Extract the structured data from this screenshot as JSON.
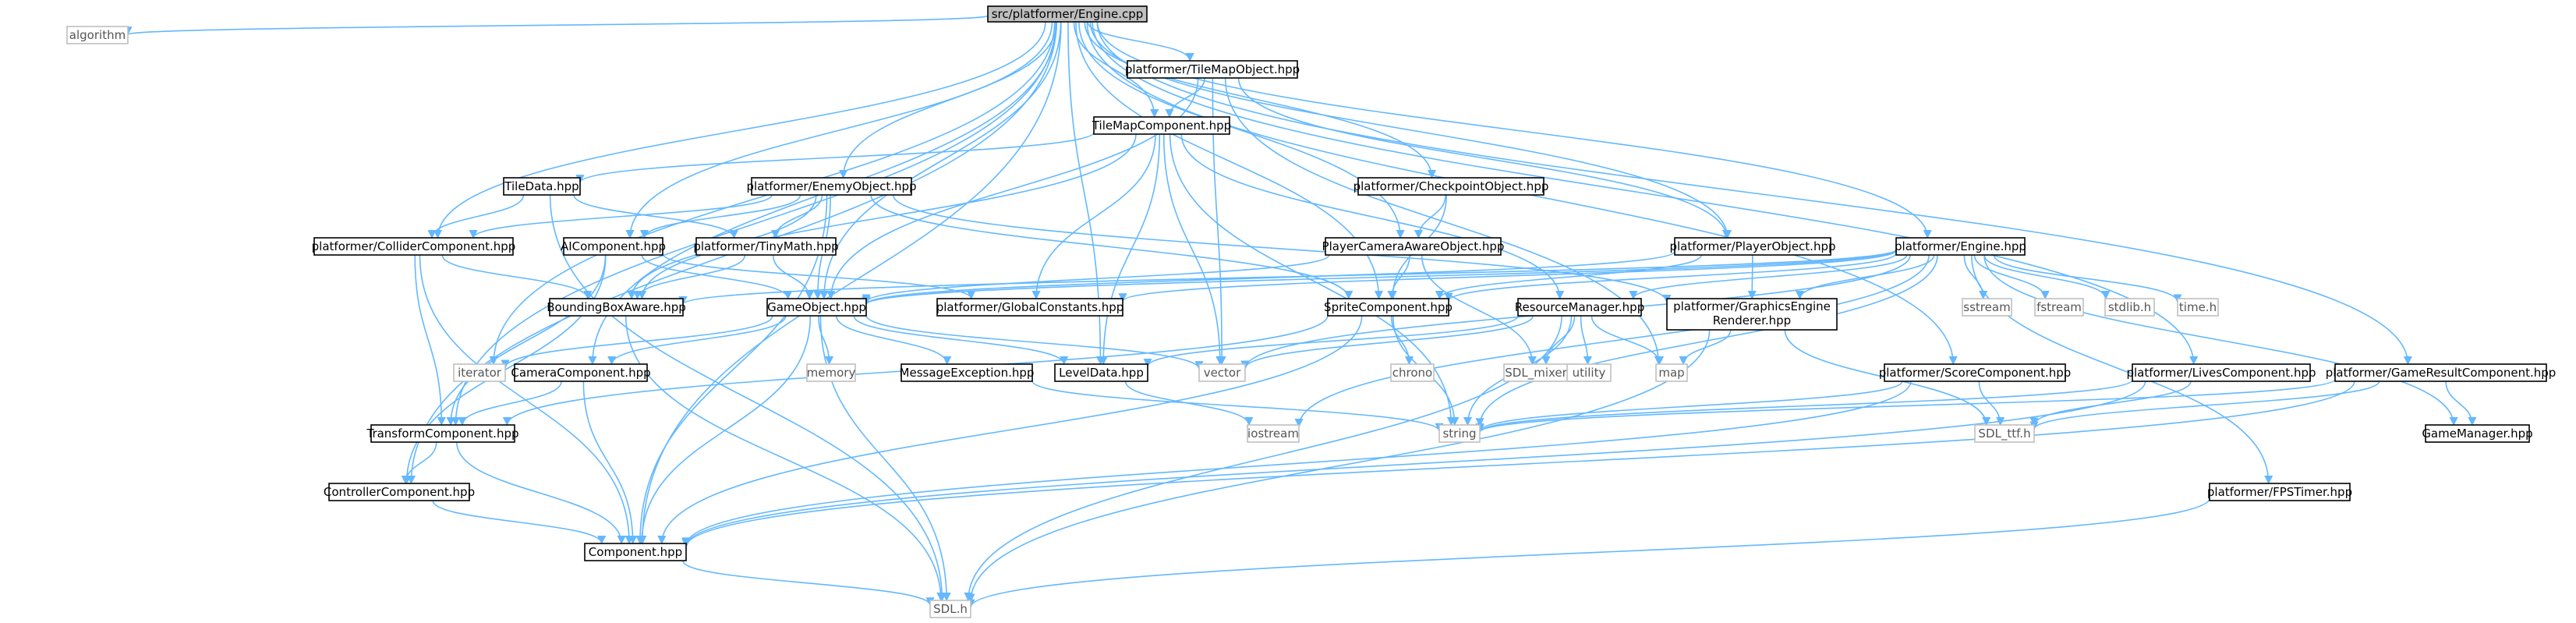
{
  "graph": {
    "title": "src/platformer/Engine.cpp",
    "edge_color": "#63b8ff",
    "root_fill": "#bfbfbf",
    "external_border": "#bfbfbf",
    "nodes": [
      {
        "id": "engine_cpp",
        "label": "src/platformer/Engine.cpp",
        "kind": "root"
      },
      {
        "id": "algorithm",
        "label": "algorithm",
        "kind": "external"
      },
      {
        "id": "tilemapobject",
        "label": "platformer/TileMapObject.hpp",
        "kind": "header"
      },
      {
        "id": "tilemapcomponent",
        "label": "TileMapComponent.hpp",
        "kind": "header"
      },
      {
        "id": "tiledata",
        "label": "TileData.hpp",
        "kind": "header"
      },
      {
        "id": "enemyobject",
        "label": "platformer/EnemyObject.hpp",
        "kind": "header"
      },
      {
        "id": "checkpointobject",
        "label": "platformer/CheckpointObject.hpp",
        "kind": "header"
      },
      {
        "id": "collidercomponent",
        "label": "platformer/ColliderComponent.hpp",
        "kind": "header"
      },
      {
        "id": "aicomponent",
        "label": "AIComponent.hpp",
        "kind": "header"
      },
      {
        "id": "tinymath",
        "label": "platformer/TinyMath.hpp",
        "kind": "header"
      },
      {
        "id": "playercameraaware",
        "label": "PlayerCameraAwareObject.hpp",
        "kind": "header"
      },
      {
        "id": "playerobject",
        "label": "platformer/PlayerObject.hpp",
        "kind": "header"
      },
      {
        "id": "engine_hpp",
        "label": "platformer/Engine.hpp",
        "kind": "header"
      },
      {
        "id": "boundingboxaware",
        "label": "BoundingBoxAware.hpp",
        "kind": "header"
      },
      {
        "id": "gameobject",
        "label": "GameObject.hpp",
        "kind": "header"
      },
      {
        "id": "globalconstants",
        "label": "platformer/GlobalConstants.hpp",
        "kind": "header"
      },
      {
        "id": "spritecomponent",
        "label": "SpriteComponent.hpp",
        "kind": "header"
      },
      {
        "id": "resourcemanager",
        "label": "ResourceManager.hpp",
        "kind": "header"
      },
      {
        "id": "graphicsrenderer",
        "label": "platformer/GraphicsEngine Renderer.hpp",
        "line1": "platformer/GraphicsEngine",
        "line2": "Renderer.hpp",
        "kind": "header"
      },
      {
        "id": "sstream",
        "label": "sstream",
        "kind": "external"
      },
      {
        "id": "fstream",
        "label": "fstream",
        "kind": "external"
      },
      {
        "id": "stdlib",
        "label": "stdlib.h",
        "kind": "external"
      },
      {
        "id": "time_h",
        "label": "time.h",
        "kind": "external"
      },
      {
        "id": "iterator",
        "label": "iterator",
        "kind": "external"
      },
      {
        "id": "cameracomponent",
        "label": "CameraComponent.hpp",
        "kind": "header"
      },
      {
        "id": "memory",
        "label": "memory",
        "kind": "external"
      },
      {
        "id": "messageexception",
        "label": "MessageException.hpp",
        "kind": "header"
      },
      {
        "id": "leveldata",
        "label": "LevelData.hpp",
        "kind": "header"
      },
      {
        "id": "vector",
        "label": "vector",
        "kind": "external"
      },
      {
        "id": "chrono",
        "label": "chrono",
        "kind": "external"
      },
      {
        "id": "sdl_mixer",
        "label": "SDL_mixer.h",
        "kind": "external"
      },
      {
        "id": "utility",
        "label": "utility",
        "kind": "external"
      },
      {
        "id": "map",
        "label": "map",
        "kind": "external"
      },
      {
        "id": "scorecomponent",
        "label": "platformer/ScoreComponent.hpp",
        "kind": "header"
      },
      {
        "id": "livescomponent",
        "label": "platformer/LivesComponent.hpp",
        "kind": "header"
      },
      {
        "id": "gameresultcomponent",
        "label": "platformer/GameResultComponent.hpp",
        "kind": "header"
      },
      {
        "id": "transformcomponent",
        "label": "TransformComponent.hpp",
        "kind": "header"
      },
      {
        "id": "iostream",
        "label": "iostream",
        "kind": "external"
      },
      {
        "id": "string",
        "label": "string",
        "kind": "external"
      },
      {
        "id": "sdl_ttf",
        "label": "SDL_ttf.h",
        "kind": "external"
      },
      {
        "id": "gamemanager",
        "label": "GameManager.hpp",
        "kind": "header"
      },
      {
        "id": "controllercomponent",
        "label": "ControllerComponent.hpp",
        "kind": "header"
      },
      {
        "id": "fpstimer",
        "label": "platformer/FPSTimer.hpp",
        "kind": "header"
      },
      {
        "id": "component",
        "label": "Component.hpp",
        "kind": "header"
      },
      {
        "id": "sdl_h",
        "label": "SDL.h",
        "kind": "external"
      }
    ],
    "edges": [
      [
        "engine_cpp",
        "algorithm"
      ],
      [
        "engine_cpp",
        "tilemapobject"
      ],
      [
        "engine_cpp",
        "tilemapcomponent"
      ],
      [
        "engine_cpp",
        "enemyobject"
      ],
      [
        "engine_cpp",
        "checkpointobject"
      ],
      [
        "engine_cpp",
        "collidercomponent"
      ],
      [
        "engine_cpp",
        "aicomponent"
      ],
      [
        "engine_cpp",
        "playercameraaware"
      ],
      [
        "engine_cpp",
        "playerobject"
      ],
      [
        "engine_cpp",
        "engine_hpp"
      ],
      [
        "engine_cpp",
        "gameobject"
      ],
      [
        "engine_cpp",
        "cameracomponent"
      ],
      [
        "engine_cpp",
        "iterator"
      ],
      [
        "engine_cpp",
        "transformcomponent"
      ],
      [
        "engine_cpp",
        "controllercomponent"
      ],
      [
        "engine_cpp",
        "component"
      ],
      [
        "engine_cpp",
        "scorecomponent"
      ],
      [
        "engine_cpp",
        "livescomponent"
      ],
      [
        "engine_cpp",
        "gameresultcomponent"
      ],
      [
        "engine_cpp",
        "leveldata"
      ],
      [
        "engine_cpp",
        "spritecomponent"
      ],
      [
        "tilemapobject",
        "tilemapcomponent"
      ],
      [
        "tilemapobject",
        "gameobject"
      ],
      [
        "tilemapobject",
        "vector"
      ],
      [
        "tilemapobject",
        "map"
      ],
      [
        "tilemapobject",
        "playerobject"
      ],
      [
        "tilemapcomponent",
        "tiledata"
      ],
      [
        "tilemapcomponent",
        "boundingboxaware"
      ],
      [
        "tilemapcomponent",
        "globalconstants"
      ],
      [
        "tilemapcomponent",
        "resourcemanager"
      ],
      [
        "tilemapcomponent",
        "leveldata"
      ],
      [
        "tilemapcomponent",
        "vector"
      ],
      [
        "tilemapcomponent",
        "string"
      ],
      [
        "tiledata",
        "collidercomponent"
      ],
      [
        "tiledata",
        "tinymath"
      ],
      [
        "tiledata",
        "sdl_h"
      ],
      [
        "enemyobject",
        "collidercomponent"
      ],
      [
        "enemyobject",
        "aicomponent"
      ],
      [
        "enemyobject",
        "tinymath"
      ],
      [
        "enemyobject",
        "gameobject"
      ],
      [
        "enemyobject",
        "spritecomponent"
      ],
      [
        "enemyobject",
        "boundingboxaware"
      ],
      [
        "enemyobject",
        "graphicsrenderer"
      ],
      [
        "enemyobject",
        "component"
      ],
      [
        "checkpointobject",
        "playercameraaware"
      ],
      [
        "checkpointobject",
        "spritecomponent"
      ],
      [
        "collidercomponent",
        "boundingboxaware"
      ],
      [
        "collidercomponent",
        "transformcomponent"
      ],
      [
        "collidercomponent",
        "component"
      ],
      [
        "aicomponent",
        "gameobject"
      ],
      [
        "aicomponent",
        "transformcomponent"
      ],
      [
        "aicomponent",
        "controllercomponent"
      ],
      [
        "aicomponent",
        "globalconstants"
      ],
      [
        "tinymath",
        "gameobject"
      ],
      [
        "tinymath",
        "boundingboxaware"
      ],
      [
        "playercameraaware",
        "gameobject"
      ],
      [
        "playercameraaware",
        "spritecomponent"
      ],
      [
        "playercameraaware",
        "sdl_mixer"
      ],
      [
        "playerobject",
        "gameobject"
      ],
      [
        "playerobject",
        "spritecomponent"
      ],
      [
        "playerobject",
        "graphicsrenderer"
      ],
      [
        "engine_hpp",
        "gameobject"
      ],
      [
        "engine_hpp",
        "globalconstants"
      ],
      [
        "engine_hpp",
        "spritecomponent"
      ],
      [
        "engine_hpp",
        "resourcemanager"
      ],
      [
        "engine_hpp",
        "graphicsrenderer"
      ],
      [
        "engine_hpp",
        "sstream"
      ],
      [
        "engine_hpp",
        "fstream"
      ],
      [
        "engine_hpp",
        "stdlib"
      ],
      [
        "engine_hpp",
        "time_h"
      ],
      [
        "engine_hpp",
        "vector"
      ],
      [
        "engine_hpp",
        "string"
      ],
      [
        "engine_hpp",
        "iostream"
      ],
      [
        "engine_hpp",
        "gamemanager"
      ],
      [
        "engine_hpp",
        "fpstimer"
      ],
      [
        "engine_hpp",
        "boundingboxaware"
      ],
      [
        "boundingboxaware",
        "sdl_h"
      ],
      [
        "gameobject",
        "iterator"
      ],
      [
        "gameobject",
        "cameracomponent"
      ],
      [
        "gameobject",
        "memory"
      ],
      [
        "gameobject",
        "messageexception"
      ],
      [
        "gameobject",
        "leveldata"
      ],
      [
        "gameobject",
        "vector"
      ],
      [
        "gameobject",
        "sdl_h"
      ],
      [
        "gameobject",
        "component"
      ],
      [
        "spritecomponent",
        "transformcomponent"
      ],
      [
        "spritecomponent",
        "chrono"
      ],
      [
        "spritecomponent",
        "string"
      ],
      [
        "spritecomponent",
        "component"
      ],
      [
        "resourcemanager",
        "vector"
      ],
      [
        "resourcemanager",
        "sdl_mixer"
      ],
      [
        "resourcemanager",
        "utility"
      ],
      [
        "resourcemanager",
        "map"
      ],
      [
        "resourcemanager",
        "string"
      ],
      [
        "resourcemanager",
        "leveldata"
      ],
      [
        "resourcemanager",
        "sdl_h"
      ],
      [
        "graphicsrenderer",
        "map"
      ],
      [
        "graphicsrenderer",
        "sdl_ttf"
      ],
      [
        "graphicsrenderer",
        "sdl_h"
      ],
      [
        "cameracomponent",
        "transformcomponent"
      ],
      [
        "cameracomponent",
        "component"
      ],
      [
        "messageexception",
        "string"
      ],
      [
        "leveldata",
        "iostream"
      ],
      [
        "scorecomponent",
        "string"
      ],
      [
        "scorecomponent",
        "sdl_ttf"
      ],
      [
        "scorecomponent",
        "component"
      ],
      [
        "livescomponent",
        "string"
      ],
      [
        "livescomponent",
        "sdl_ttf"
      ],
      [
        "livescomponent",
        "component"
      ],
      [
        "gameresultcomponent",
        "string"
      ],
      [
        "gameresultcomponent",
        "sdl_ttf"
      ],
      [
        "gameresultcomponent",
        "gamemanager"
      ],
      [
        "gameresultcomponent",
        "component"
      ],
      [
        "transformcomponent",
        "controllercomponent"
      ],
      [
        "transformcomponent",
        "component"
      ],
      [
        "controllercomponent",
        "component"
      ],
      [
        "fpstimer",
        "sdl_h"
      ],
      [
        "component",
        "sdl_h"
      ]
    ]
  }
}
